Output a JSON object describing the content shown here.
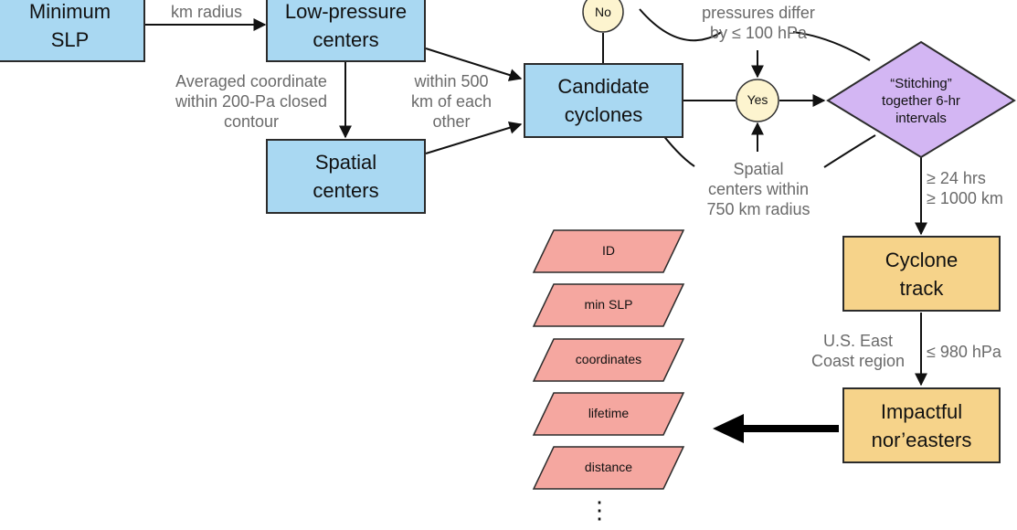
{
  "nodes": {
    "minimum_slp": "Minimum\nSLP",
    "low_pressure_centers": "Low-pressure\ncenters",
    "spatial_centers": "Spatial\ncenters",
    "candidate_cyclones": "Candidate\ncyclones",
    "stitching": "“Stitching”\ntogether 6-hr\nintervals",
    "cyclone_track": "Cyclone\ntrack",
    "impactful_noreasters": "Impactful\nnor’easters"
  },
  "decisions": {
    "no": "No",
    "yes": "Yes"
  },
  "edge_labels": {
    "km_radius": "km radius",
    "averaged_coordinate": "Averaged coordinate\nwithin 200-Pa closed\ncontour",
    "within_500km": "within 500\nkm of each\nother",
    "pressures_differ": "pressures differ\nby ≤ 100 hPa",
    "spatial_750km": "Spatial\ncenters within\n750 km radius",
    "duration_distance": "≥ 24 hrs\n≥ 1000 km",
    "us_east_coast": "U.S. East\nCoast region",
    "slp_980": "≤ 980 hPa"
  },
  "outputs": [
    "ID",
    "min SLP",
    "coordinates",
    "lifetime",
    "distance"
  ],
  "outputs_continuation": "⋮",
  "colors": {
    "process_box": "#a9d8f2",
    "result_box": "#f6d38a",
    "decision_diamond": "#d3b6f3",
    "decision_circle": "#fdf4cf",
    "output_parallelogram": "#f5a7a0"
  }
}
